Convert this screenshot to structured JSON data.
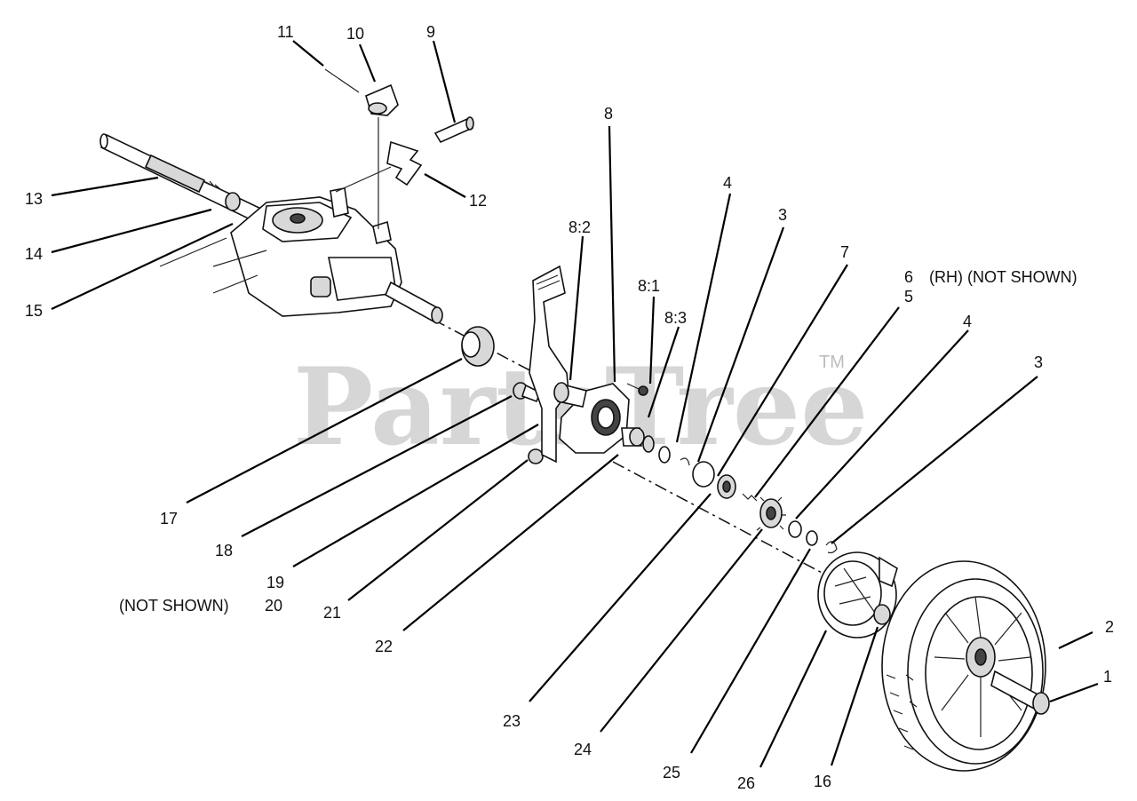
{
  "watermark": {
    "text": "PartsTree",
    "trademark": "TM"
  },
  "callouts": {
    "c1": "1",
    "c2": "2",
    "c3a": "3",
    "c3b": "3",
    "c4a": "4",
    "c4b": "4",
    "c5": "5",
    "c6": "6",
    "c6_note": "(RH) (NOT SHOWN)",
    "c7": "7",
    "c8": "8",
    "c8_1": "8:1",
    "c8_2": "8:2",
    "c8_3": "8:3",
    "c9": "9",
    "c10": "10",
    "c11": "11",
    "c12": "12",
    "c13": "13",
    "c14": "14",
    "c15": "15",
    "c16": "16",
    "c17": "17",
    "c18": "18",
    "c19": "19",
    "c20": "20",
    "c20_note": "(NOT SHOWN)",
    "c21": "21",
    "c22": "22",
    "c23": "23",
    "c24": "24",
    "c25": "25",
    "c26": "26"
  }
}
